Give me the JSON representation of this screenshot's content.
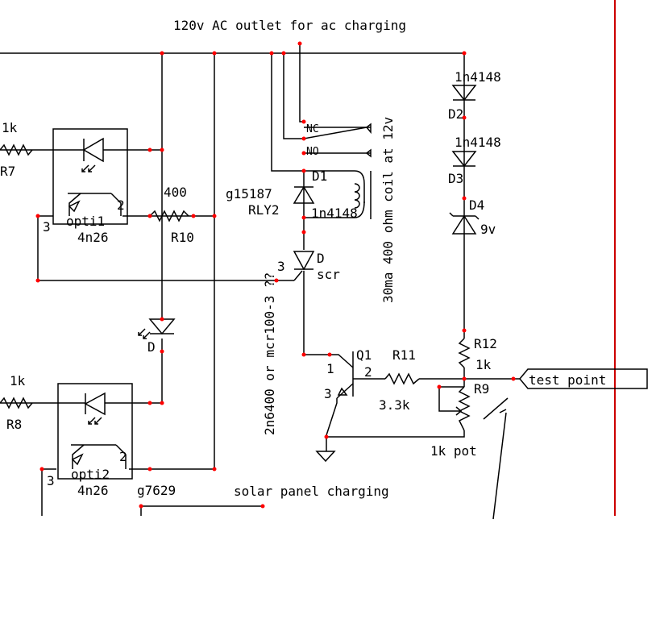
{
  "title": "120v AC outlet for ac charging",
  "bottom_label": "solar panel charging",
  "colors": {
    "wire": "#000000",
    "junction": "#ff0000",
    "rail": "#cc0000",
    "background": "#ffffff"
  },
  "labels": {
    "r7_value": "1k",
    "r7_name": "R7",
    "r8_value": "1k",
    "r8_name": "R8",
    "r10_value": "400",
    "r10_name": "R10",
    "opti1_name": "opti1",
    "opti1_part": "4n26",
    "opti1_pin3": "3",
    "opti1_pin2": "2",
    "opti2_name": "opti2",
    "opti2_part": "4n26",
    "opti2_pin3": "3",
    "opti2_pin2": "2",
    "led_name": "D",
    "relay_part": "g15187",
    "relay_name": "RLY2",
    "relay_nc": "NC",
    "relay_no": "NO",
    "d1_name": "D1",
    "d1_part": "1n4148",
    "coil_desc": "30ma 400 ohm coil at 12v",
    "scr_name": "D",
    "scr_type": "scr",
    "scr_pin3": "3",
    "scr_part": "2n6400 or mcr100-3 ??",
    "d2_part": "1n4148",
    "d2_name": "D2",
    "d3_part": "1n4148",
    "d3_name": "D3",
    "d4_name": "D4",
    "d4_value": "9v",
    "r12_name": "R12",
    "r12_value": "1k",
    "q1_name": "Q1",
    "q1_pin1": "1",
    "q1_pin2": "2",
    "q1_pin3": "3",
    "r11_name": "R11",
    "r11_value": "3.3k",
    "r9_name": "R9",
    "r9_value": "1k pot",
    "test_point": "test point",
    "g7629": "g7629"
  }
}
